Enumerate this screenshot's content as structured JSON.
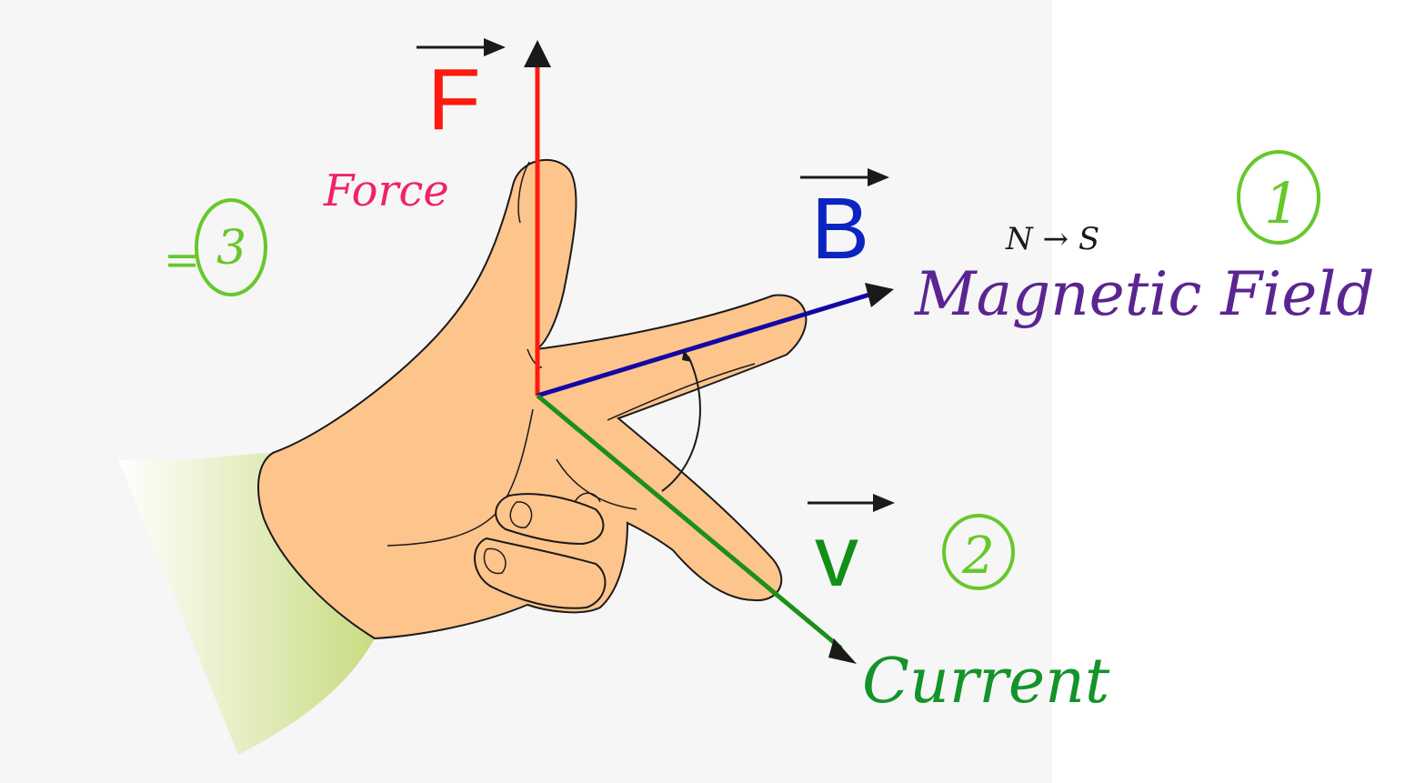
{
  "vectors": {
    "force": {
      "letter": "F",
      "label": "Force",
      "step": "3",
      "step_prefix": "=",
      "color": "#ff1a0f"
    },
    "field": {
      "letter": "B",
      "label": "Magnetic Field",
      "step": "1",
      "direction_note": "N → S",
      "color": "#0b24c2"
    },
    "velocity": {
      "letter": "v",
      "label": "Current",
      "step": "2",
      "color": "#118f17"
    }
  },
  "colors": {
    "force_label": "#f0216d",
    "field_label": "#5b2591",
    "current_label": "#13942a",
    "step_circle": "#66c82a",
    "skin": "#fdc48c",
    "sleeve": "#c9dc82",
    "axis_B": "#1206a4",
    "axis_v": "#1b8f1a"
  }
}
